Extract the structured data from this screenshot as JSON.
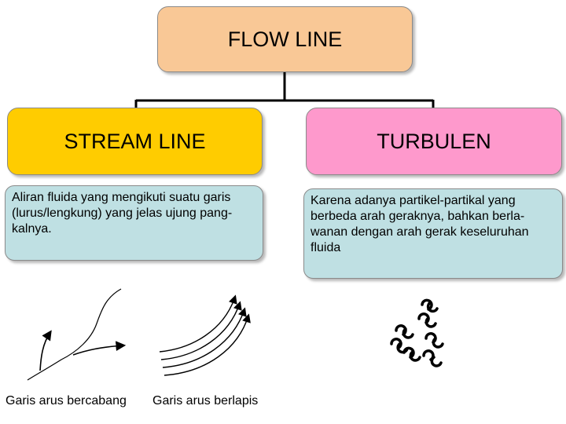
{
  "root": {
    "label": "FLOW LINE"
  },
  "left": {
    "title": "STREAM LINE",
    "description": "Aliran fluida yang mengikuti suatu garis (lurus/lengkung) yang jelas ujung pang-kalnya."
  },
  "right": {
    "title": "TURBULEN",
    "description": "Karena adanya partikel-partikal yang berbeda arah geraknya, bahkan berla-wanan dengan arah gerak keseluruhan fluida"
  },
  "captions": {
    "branching": "Garis arus bercabang",
    "layered": "Garis arus berlapis"
  },
  "colors": {
    "root_fill": "#f9c896",
    "stream_fill": "#ffcc00",
    "turbulen_fill": "#fe99cc",
    "description_fill": "#bfe0e3"
  },
  "icons": [
    "branching-streamline-icon",
    "layered-streamline-icon",
    "turbulent-eddies-icon"
  ]
}
